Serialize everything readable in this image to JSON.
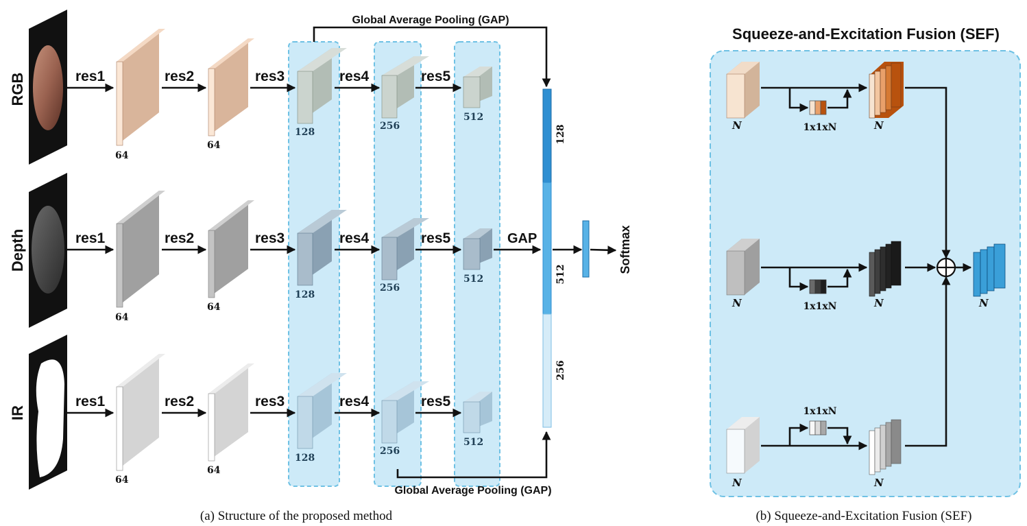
{
  "diagram_a": {
    "rows": [
      {
        "modality": "RGB"
      },
      {
        "modality": "Depth"
      },
      {
        "modality": "IR"
      }
    ],
    "res_labels": [
      "res1",
      "res2",
      "res3",
      "res4",
      "res5"
    ],
    "dims": {
      "res1": "64",
      "res2": "64",
      "res3": "128",
      "res4": "256",
      "res5": "512"
    },
    "gap_top": "Global Average Pooling (GAP)",
    "gap_bottom": "Global Average Pooling (GAP)",
    "gap_mid": "GAP",
    "fused_dims": [
      "128",
      "512",
      "256"
    ],
    "softmax": "Softmax",
    "caption": "(a) Structure of the proposed method"
  },
  "diagram_b": {
    "title": "Squeeze-and-Excitation Fusion (SEF)",
    "n_label": "N",
    "weight_label": "1x1xN",
    "caption": "(b) Squeeze-and-Excitation Fusion (SEF)"
  },
  "colors": {
    "rgb_block": "#d9b59b",
    "depth_block": "#a0a0a0",
    "ir_block": "#d4d4d4",
    "blue_panel": "#cdeaf8",
    "panel_border": "#6ec1e4",
    "fused_blue": "#3a9fd8"
  }
}
